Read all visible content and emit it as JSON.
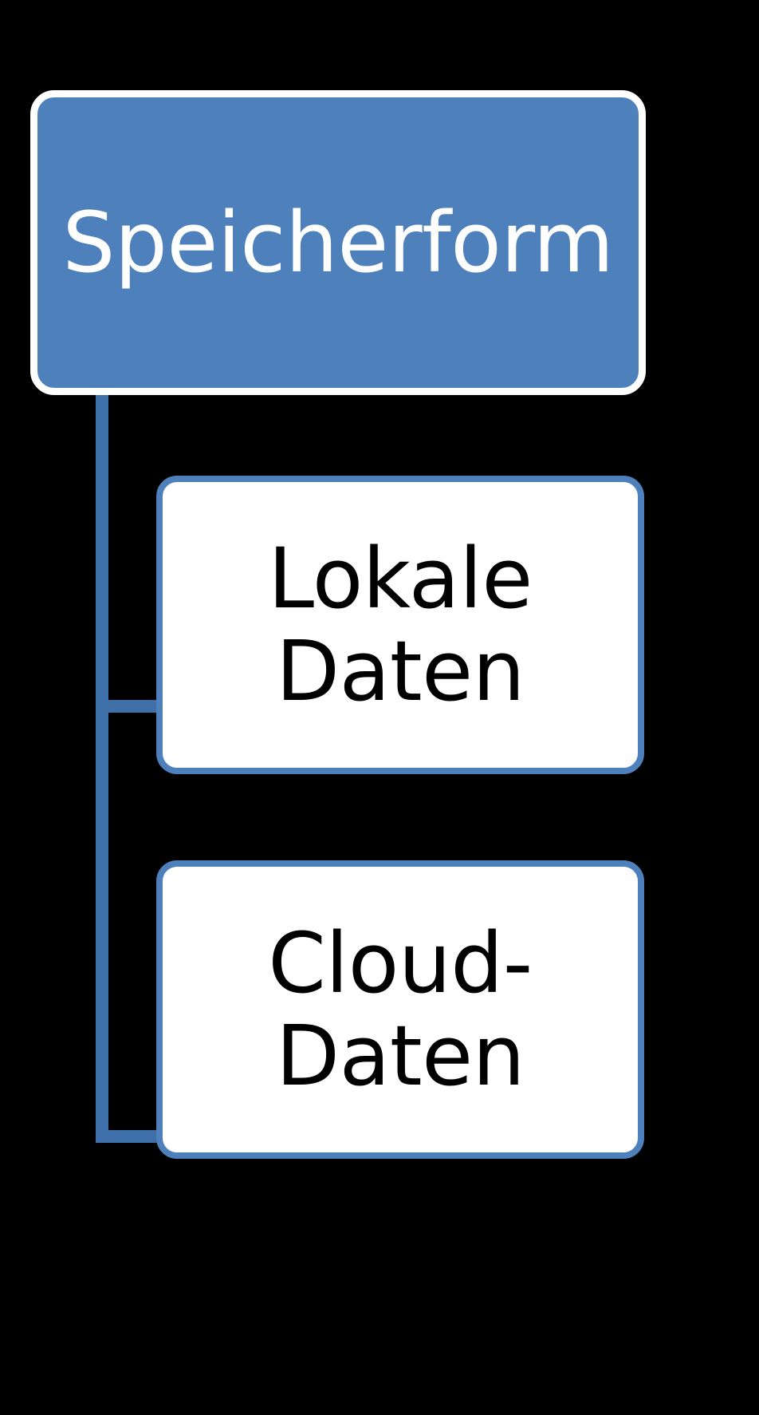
{
  "diagram": {
    "title": "Speicherform",
    "background_color": "#000000",
    "accent_color": "#4E80BC",
    "connector_color": "#3F6FA8",
    "root": {
      "label": "Speicherform",
      "fill_color": "#4E80BC",
      "border_color": "#FFFFFF",
      "text_color": "#FFFFFF"
    },
    "children": [
      {
        "id": "lokale-daten",
        "label": "Lokale Daten",
        "fill_color": "#FFFFFF",
        "border_color": "#4E80BC",
        "text_color": "#000000"
      },
      {
        "id": "cloud-daten",
        "label": "Cloud-Daten",
        "fill_color": "#FFFFFF",
        "border_color": "#4E80BC",
        "text_color": "#000000"
      }
    ],
    "connectors": [
      {
        "id": "trunk",
        "orientation": "vertical"
      },
      {
        "id": "branch-lokale-daten",
        "orientation": "horizontal"
      },
      {
        "id": "branch-cloud-daten",
        "orientation": "horizontal"
      }
    ]
  }
}
